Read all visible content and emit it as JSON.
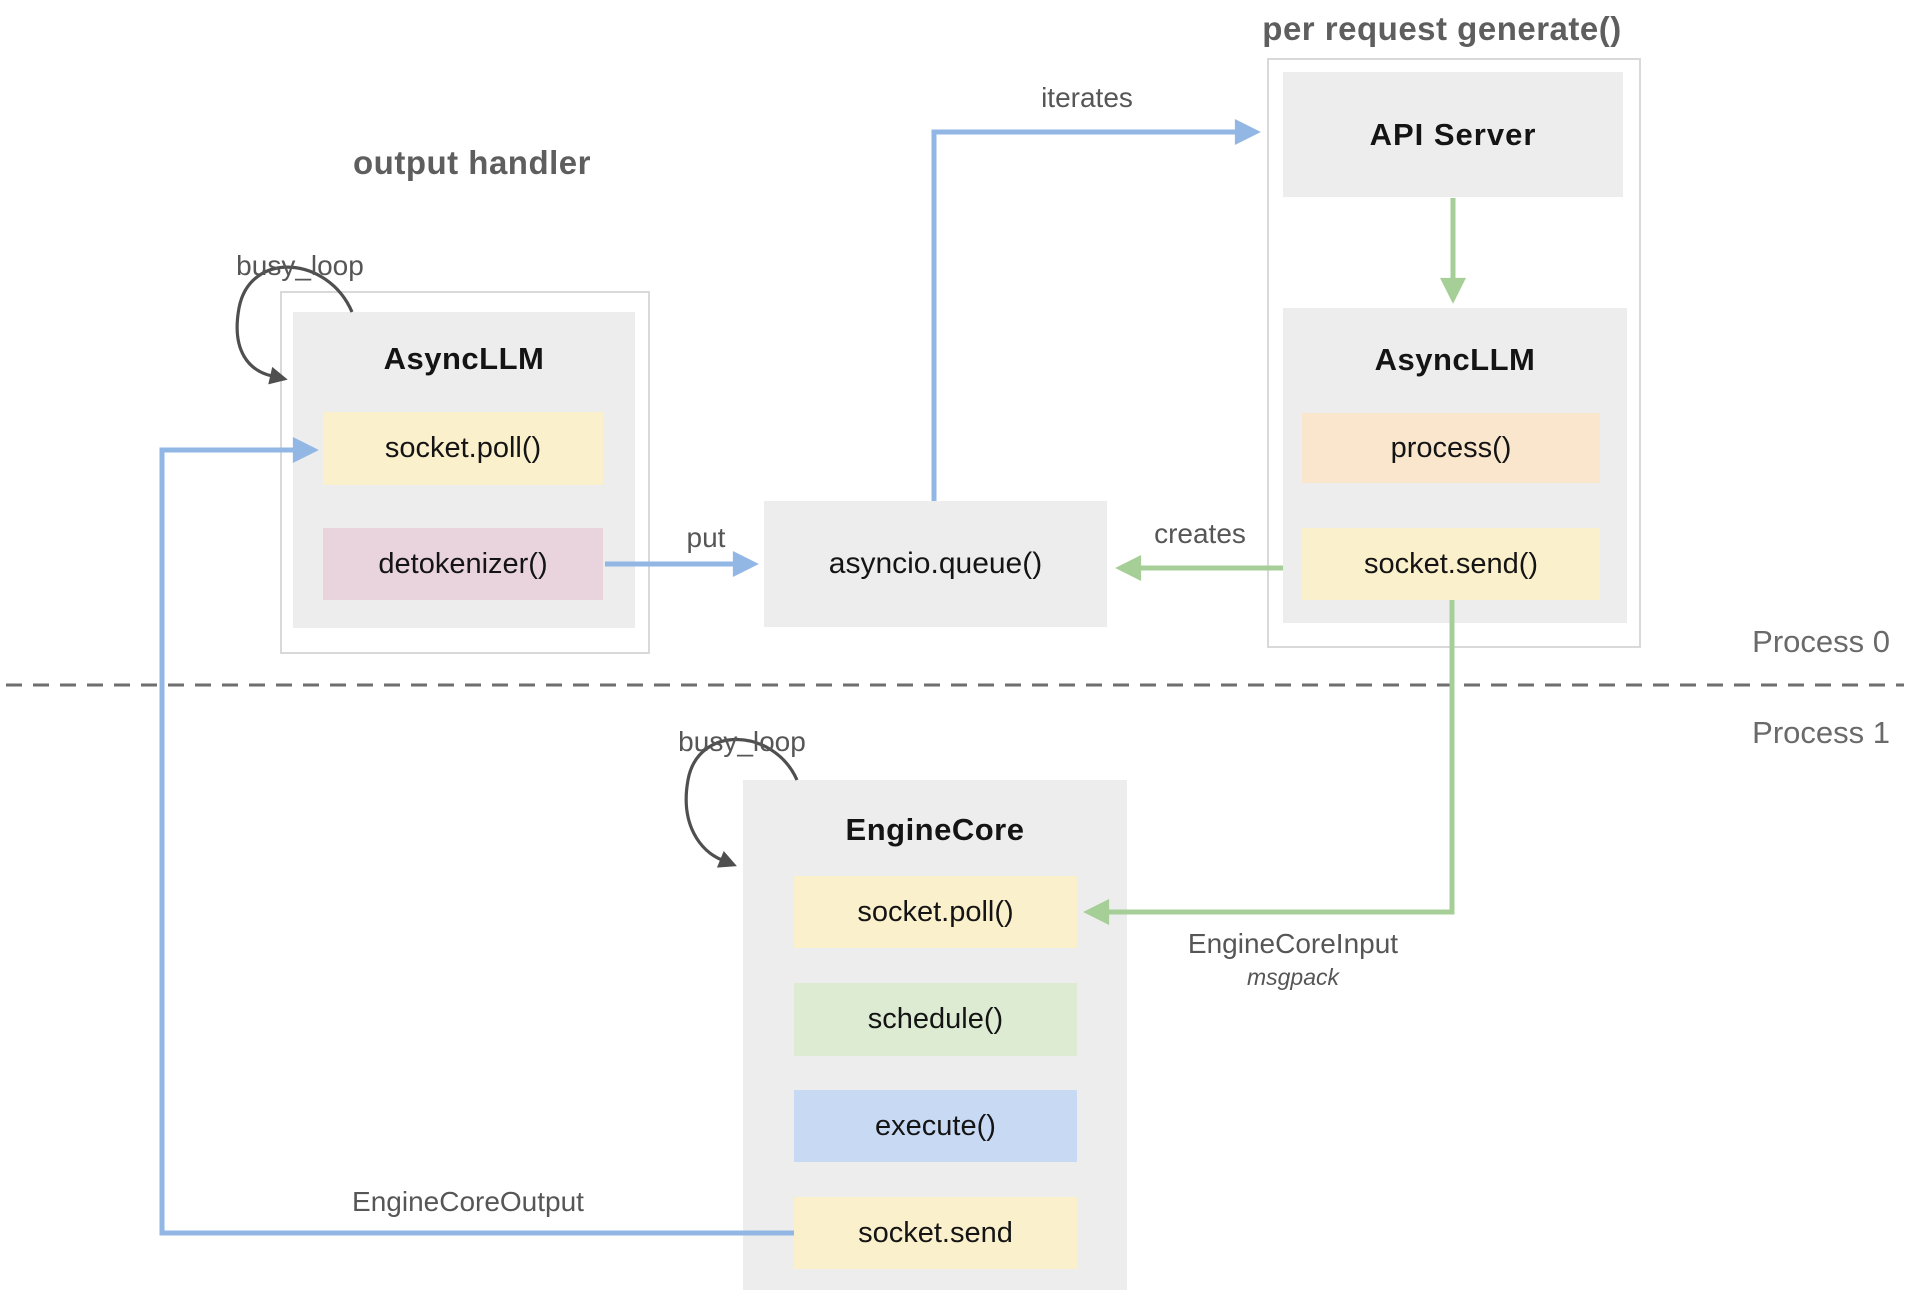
{
  "colors": {
    "arrow_blue": "#92b7e4",
    "arrow_green": "#a5cf97",
    "arc_dark": "#4f4f4f",
    "box_gray": "#ededed",
    "box_yellow": "#fbf0cc",
    "box_pink": "#e9d4de",
    "box_orange": "#fae5cd",
    "box_green": "#dcebd2",
    "box_blue": "#c8d9f3",
    "container_border": "#d9d9d9",
    "divider": "#6e6e6e",
    "text_dark": "#141414",
    "text_title": "#5e5e5e",
    "text_label": "#565656"
  },
  "titles": {
    "output_handler": "output handler",
    "per_request_generate": "per request generate()"
  },
  "annotations": {
    "busy_loop_output_handler": "busy_loop",
    "busy_loop_engine_core": "busy_loop",
    "iterates": "iterates",
    "put": "put",
    "creates": "creates",
    "engine_core_output": "EngineCoreOutput",
    "engine_core_input": "EngineCoreInput",
    "engine_core_input_format": "msgpack",
    "process_0": "Process 0",
    "process_1": "Process 1"
  },
  "nodes": {
    "output_handler_asyncllm": {
      "title": "AsyncLLM",
      "methods": [
        {
          "label": "socket.poll()"
        },
        {
          "label": "detokenizer()"
        }
      ]
    },
    "asyncio_queue": {
      "label": "asyncio.queue()"
    },
    "api_server": {
      "title": "API Server"
    },
    "request_asyncllm": {
      "title": "AsyncLLM",
      "methods": [
        {
          "label": "process()"
        },
        {
          "label": "socket.send()"
        }
      ]
    },
    "engine_core": {
      "title": "EngineCore",
      "methods": [
        {
          "label": "socket.poll()"
        },
        {
          "label": "schedule()"
        },
        {
          "label": "execute()"
        },
        {
          "label": "socket.send"
        }
      ]
    }
  }
}
